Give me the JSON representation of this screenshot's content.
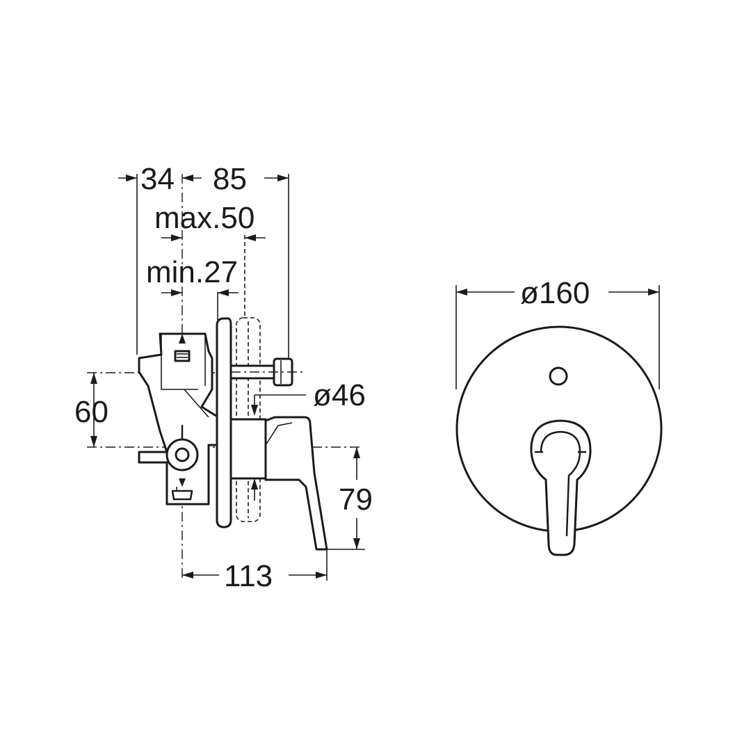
{
  "dimensions": {
    "d34": "34",
    "d85": "85",
    "max50": "max.50",
    "min27": "min.27",
    "d60": "60",
    "dia46": "ø46",
    "d79": "79",
    "d113": "113",
    "dia160": "ø160"
  },
  "icons": {
    "hot_cold": "valve-body-icon",
    "bath_symbol": "bath-icon"
  }
}
